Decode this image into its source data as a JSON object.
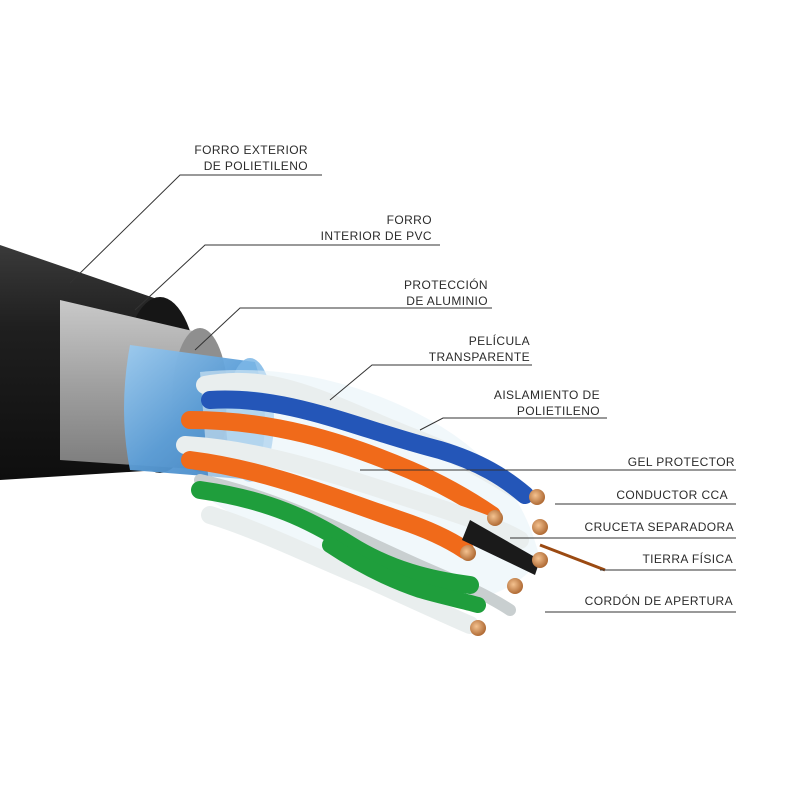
{
  "labels": [
    {
      "id": "forro-exterior",
      "lines": [
        "FORRO EXTERIOR",
        "DE POLIETILENO"
      ]
    },
    {
      "id": "forro-interior",
      "lines": [
        "FORRO",
        "INTERIOR DE PVC"
      ]
    },
    {
      "id": "proteccion-aluminio",
      "lines": [
        "PROTECCIÓN",
        "DE ALUMINIO"
      ]
    },
    {
      "id": "pelicula-transparente",
      "lines": [
        "PELÍCULA",
        "TRANSPARENTE"
      ]
    },
    {
      "id": "aislamiento-polietileno",
      "lines": [
        "AISLAMIENTO DE",
        "POLIETILENO"
      ]
    },
    {
      "id": "gel-protector",
      "lines": [
        "GEL PROTECTOR"
      ]
    },
    {
      "id": "conductor-cca",
      "lines": [
        "CONDUCTOR CCA"
      ]
    },
    {
      "id": "cruceta-separadora",
      "lines": [
        "CRUCETA SEPARADORA"
      ]
    },
    {
      "id": "tierra-fisica",
      "lines": [
        "TIERRA FÍSICA"
      ]
    },
    {
      "id": "cordon-apertura",
      "lines": [
        "CORDÓN DE APERTURA"
      ]
    }
  ],
  "colors": {
    "outer_jacket": "#1c1c1c",
    "inner_jacket": "#a3a3a3",
    "foil": "#5fa3dc",
    "orange": "#f06a1a",
    "blue": "#2456b8",
    "green": "#1f9e3c",
    "white": "#eef1f1",
    "copper": "#d9925a",
    "leader": "#333333"
  }
}
